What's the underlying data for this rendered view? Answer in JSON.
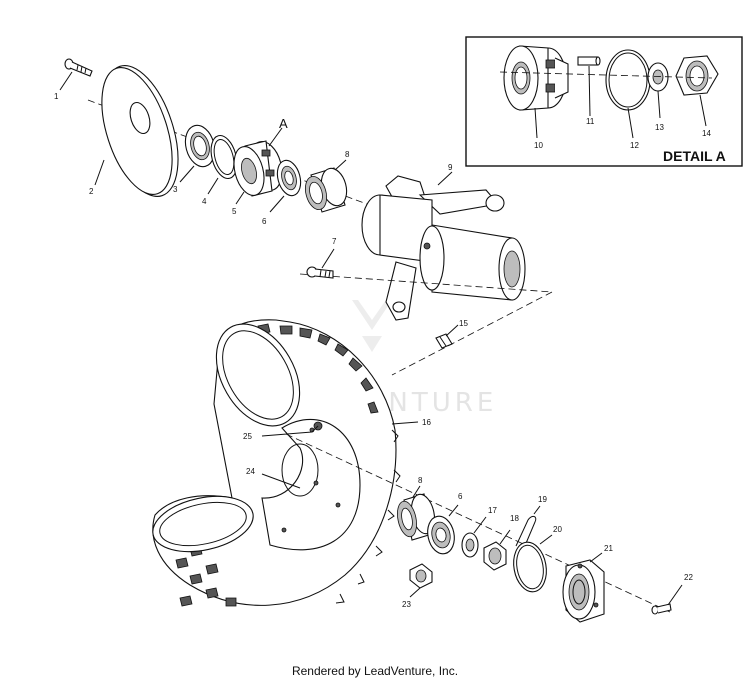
{
  "watermark": "ENDVENTURE",
  "footer": "Rendered by LeadVenture, Inc.",
  "detail": {
    "title": "DETAIL A",
    "callout": "A"
  },
  "callouts": {
    "c1": "1",
    "c2": "2",
    "c3": "3",
    "c4": "4",
    "c5": "5",
    "c6a": "6",
    "c6b": "6",
    "c7": "7",
    "c8a": "8",
    "c8b": "8",
    "c9": "9",
    "c10": "10",
    "c11": "11",
    "c12": "12",
    "c13": "13",
    "c14": "14",
    "c15": "15",
    "c16": "16",
    "c17": "17",
    "c18": "18",
    "c19": "19",
    "c20": "20",
    "c21": "21",
    "c22": "22",
    "c23": "23",
    "c24": "24",
    "c25": "25"
  }
}
